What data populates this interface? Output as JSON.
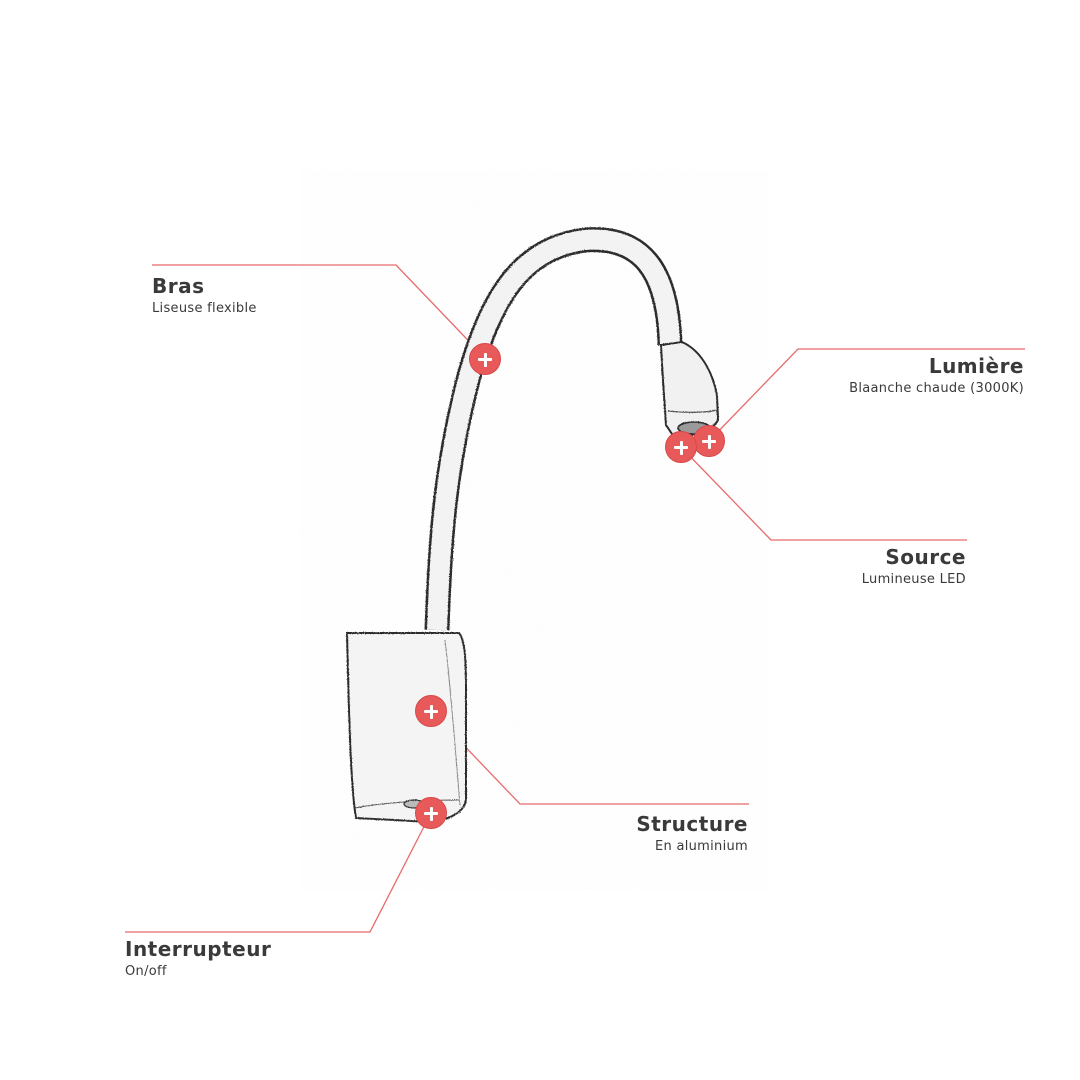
{
  "colors": {
    "accent": "#e85a5a",
    "leader_line": "#e86a6a",
    "text": "#3a3a3a",
    "sketch": "#2a2a2a"
  },
  "callouts": {
    "bras": {
      "title": "Bras",
      "subtitle": "Liseuse flexible"
    },
    "lumiere": {
      "title": "Lumière",
      "subtitle": "Blaanche chaude (3000K)"
    },
    "source": {
      "title": "Source",
      "subtitle": "Lumineuse LED"
    },
    "structure": {
      "title": "Structure",
      "subtitle": "En aluminium"
    },
    "interrupteur": {
      "title": "Interrupteur",
      "subtitle": "On/off"
    }
  },
  "hotspot_icon": "plus-icon"
}
